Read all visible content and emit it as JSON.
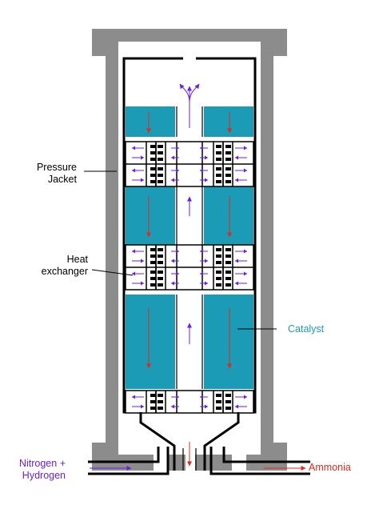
{
  "diagram": {
    "labels": {
      "pressure_jacket_line1": "Pressure",
      "pressure_jacket_line2": "Jacket",
      "heat_exchanger_line1": "Heat",
      "heat_exchanger_line2": "exchanger",
      "catalyst": "Catalyst",
      "inlet_line1": "Nitrogen +",
      "inlet_line2": "Hydrogen",
      "outlet": "Ammonia"
    },
    "colors": {
      "jacket": "#8c8c8c",
      "wall": "#000000",
      "catalyst": "#1b9bb5",
      "inlet_gas": "#6a1ee6",
      "product": "#e02a1a",
      "catalyst_label": "#1b9bb5",
      "text": "#000000"
    },
    "arrow_icons": [
      "up-arrow-icon",
      "down-arrow-icon",
      "left-arrow-icon",
      "right-arrow-icon"
    ]
  }
}
